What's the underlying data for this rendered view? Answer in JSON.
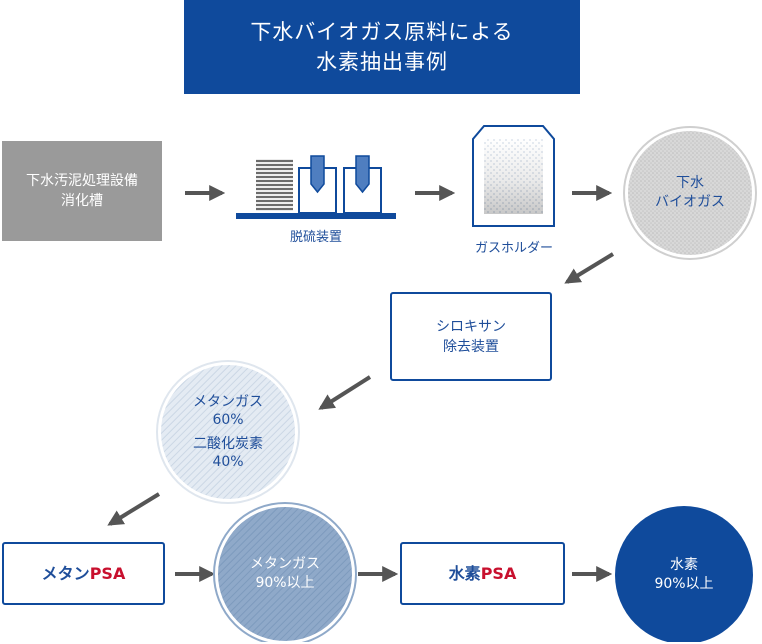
{
  "title": {
    "line1": "下水バイオガス原料による",
    "line2": "水素抽出事例"
  },
  "digester": {
    "line1": "下水汚泥処理設備",
    "line2": "消化槽"
  },
  "desulfurizer": {
    "label": "脱硫装置"
  },
  "gas_holder": {
    "label": "ガスホルダー"
  },
  "biogas": {
    "line1": "下水",
    "line2": "バイオガス"
  },
  "siloxane": {
    "line1": "シロキサン",
    "line2": "除去装置"
  },
  "mixture": {
    "methane_label": "メタンガス",
    "methane_pct": "60%",
    "co2_label": "二酸化炭素",
    "co2_pct": "40%"
  },
  "methane_psa": {
    "prefix": "メタン",
    "psa": "PSA"
  },
  "methane_gas": {
    "line1": "メタンガス",
    "line2": "90%以上"
  },
  "hydrogen_psa": {
    "prefix": "水素",
    "psa": "PSA"
  },
  "hydrogen": {
    "line1": "水素",
    "line2": "90%以上"
  },
  "colors": {
    "navy": "#0f4a9c",
    "gray": "#9a9a9a",
    "red": "#c8102e",
    "arrow": "#555555"
  }
}
